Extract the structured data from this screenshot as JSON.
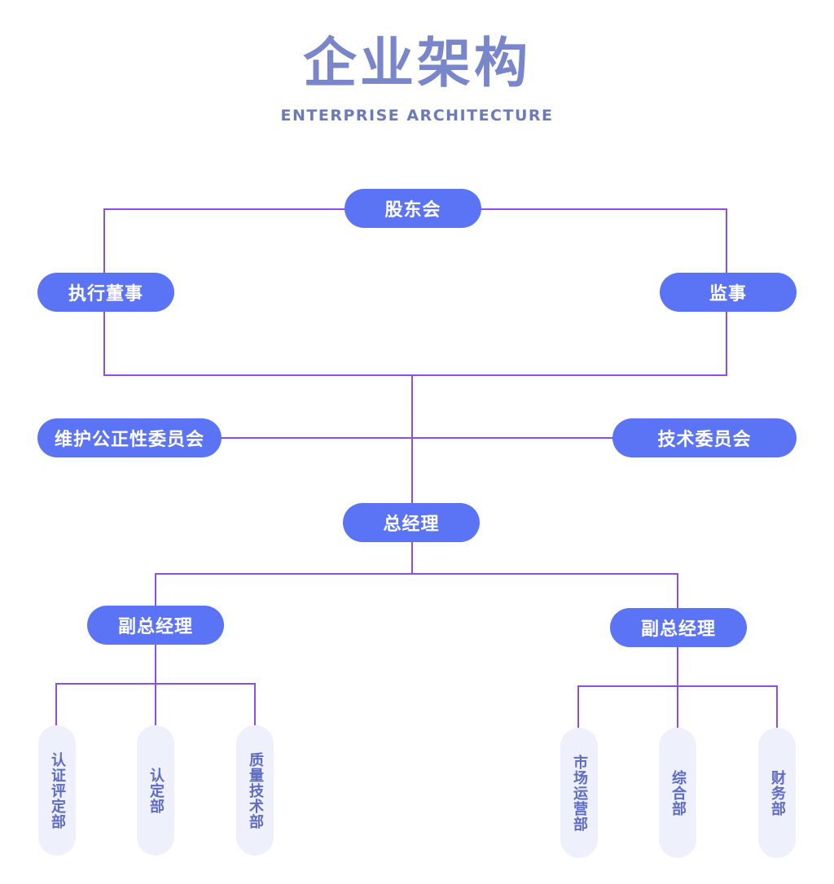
{
  "title": "企业架构",
  "subtitle": "ENTERPRISE ARCHITECTURE",
  "colors": {
    "title": "#7986c9",
    "node_fill": "#5b73f5",
    "node_text": "#ffffff",
    "connector": "#8a4fe8",
    "dept_fill": "#eef0fc",
    "dept_text": "#5e6cc4"
  },
  "nodes": {
    "shareholders": "股东会",
    "executive_director": "执行董事",
    "supervisor": "监事",
    "impartiality_committee": "维护公正性委员会",
    "technical_committee": "技术委员会",
    "general_manager": "总经理",
    "deputy_gm_left": "副总经理",
    "deputy_gm_right": "副总经理"
  },
  "departments_left": [
    "认证评定部",
    "认定部",
    "质量技术部"
  ],
  "departments_right": [
    "市场运营部",
    "综合部",
    "财务部"
  ]
}
